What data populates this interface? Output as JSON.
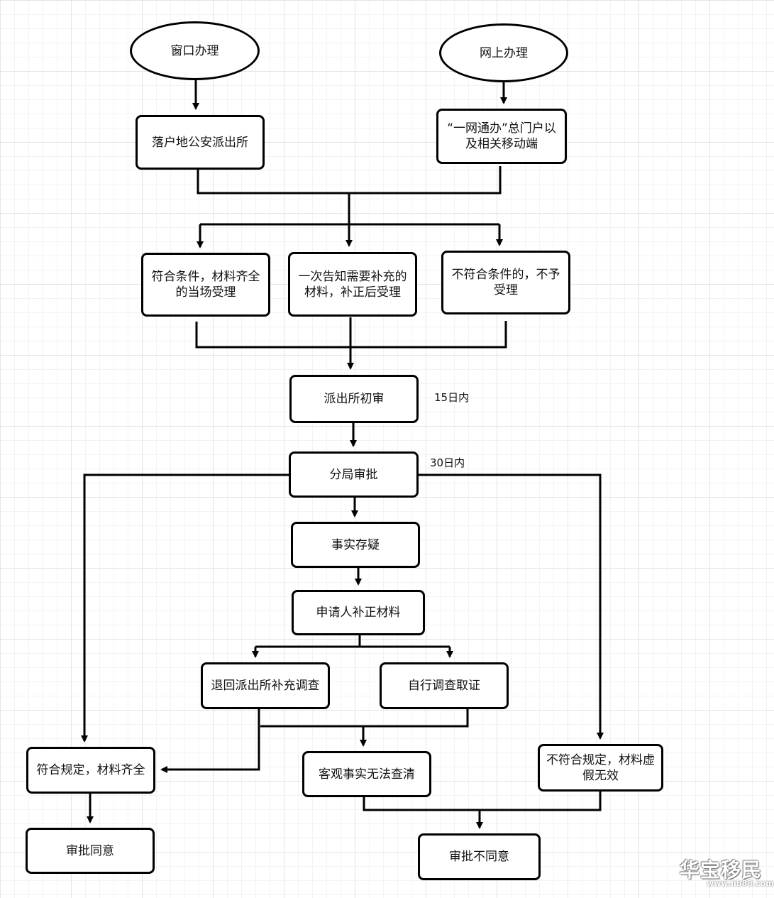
{
  "nodes": {
    "window": "窗口办理",
    "online": "网上办理",
    "police_station": "落户地公安派出所",
    "portal": "“一网通办”总门户以及相关移动端",
    "accept_now": "符合条件，材料齐全的当场受理",
    "notify_supplement": "一次告知需要补充的材料，补正后受理",
    "reject_accept": "不符合条件的，不予受理",
    "initial_review": "派出所初审",
    "branch_approval": "分局审批",
    "doubt": "事实存疑",
    "applicant_supplement": "申请人补正材料",
    "return_station": "退回派出所补充调查",
    "self_investigate": "自行调查取证",
    "qualified": "符合规定，材料齐全",
    "unclear": "客观事实无法查清",
    "invalid": "不符合规定，材料虚假无效",
    "approved": "审批同意",
    "denied": "审批不同意"
  },
  "notes": {
    "within_15": "15日内",
    "within_30": "30日内"
  },
  "watermark": {
    "text": "华宝移民",
    "url": "www.hb88.com"
  }
}
